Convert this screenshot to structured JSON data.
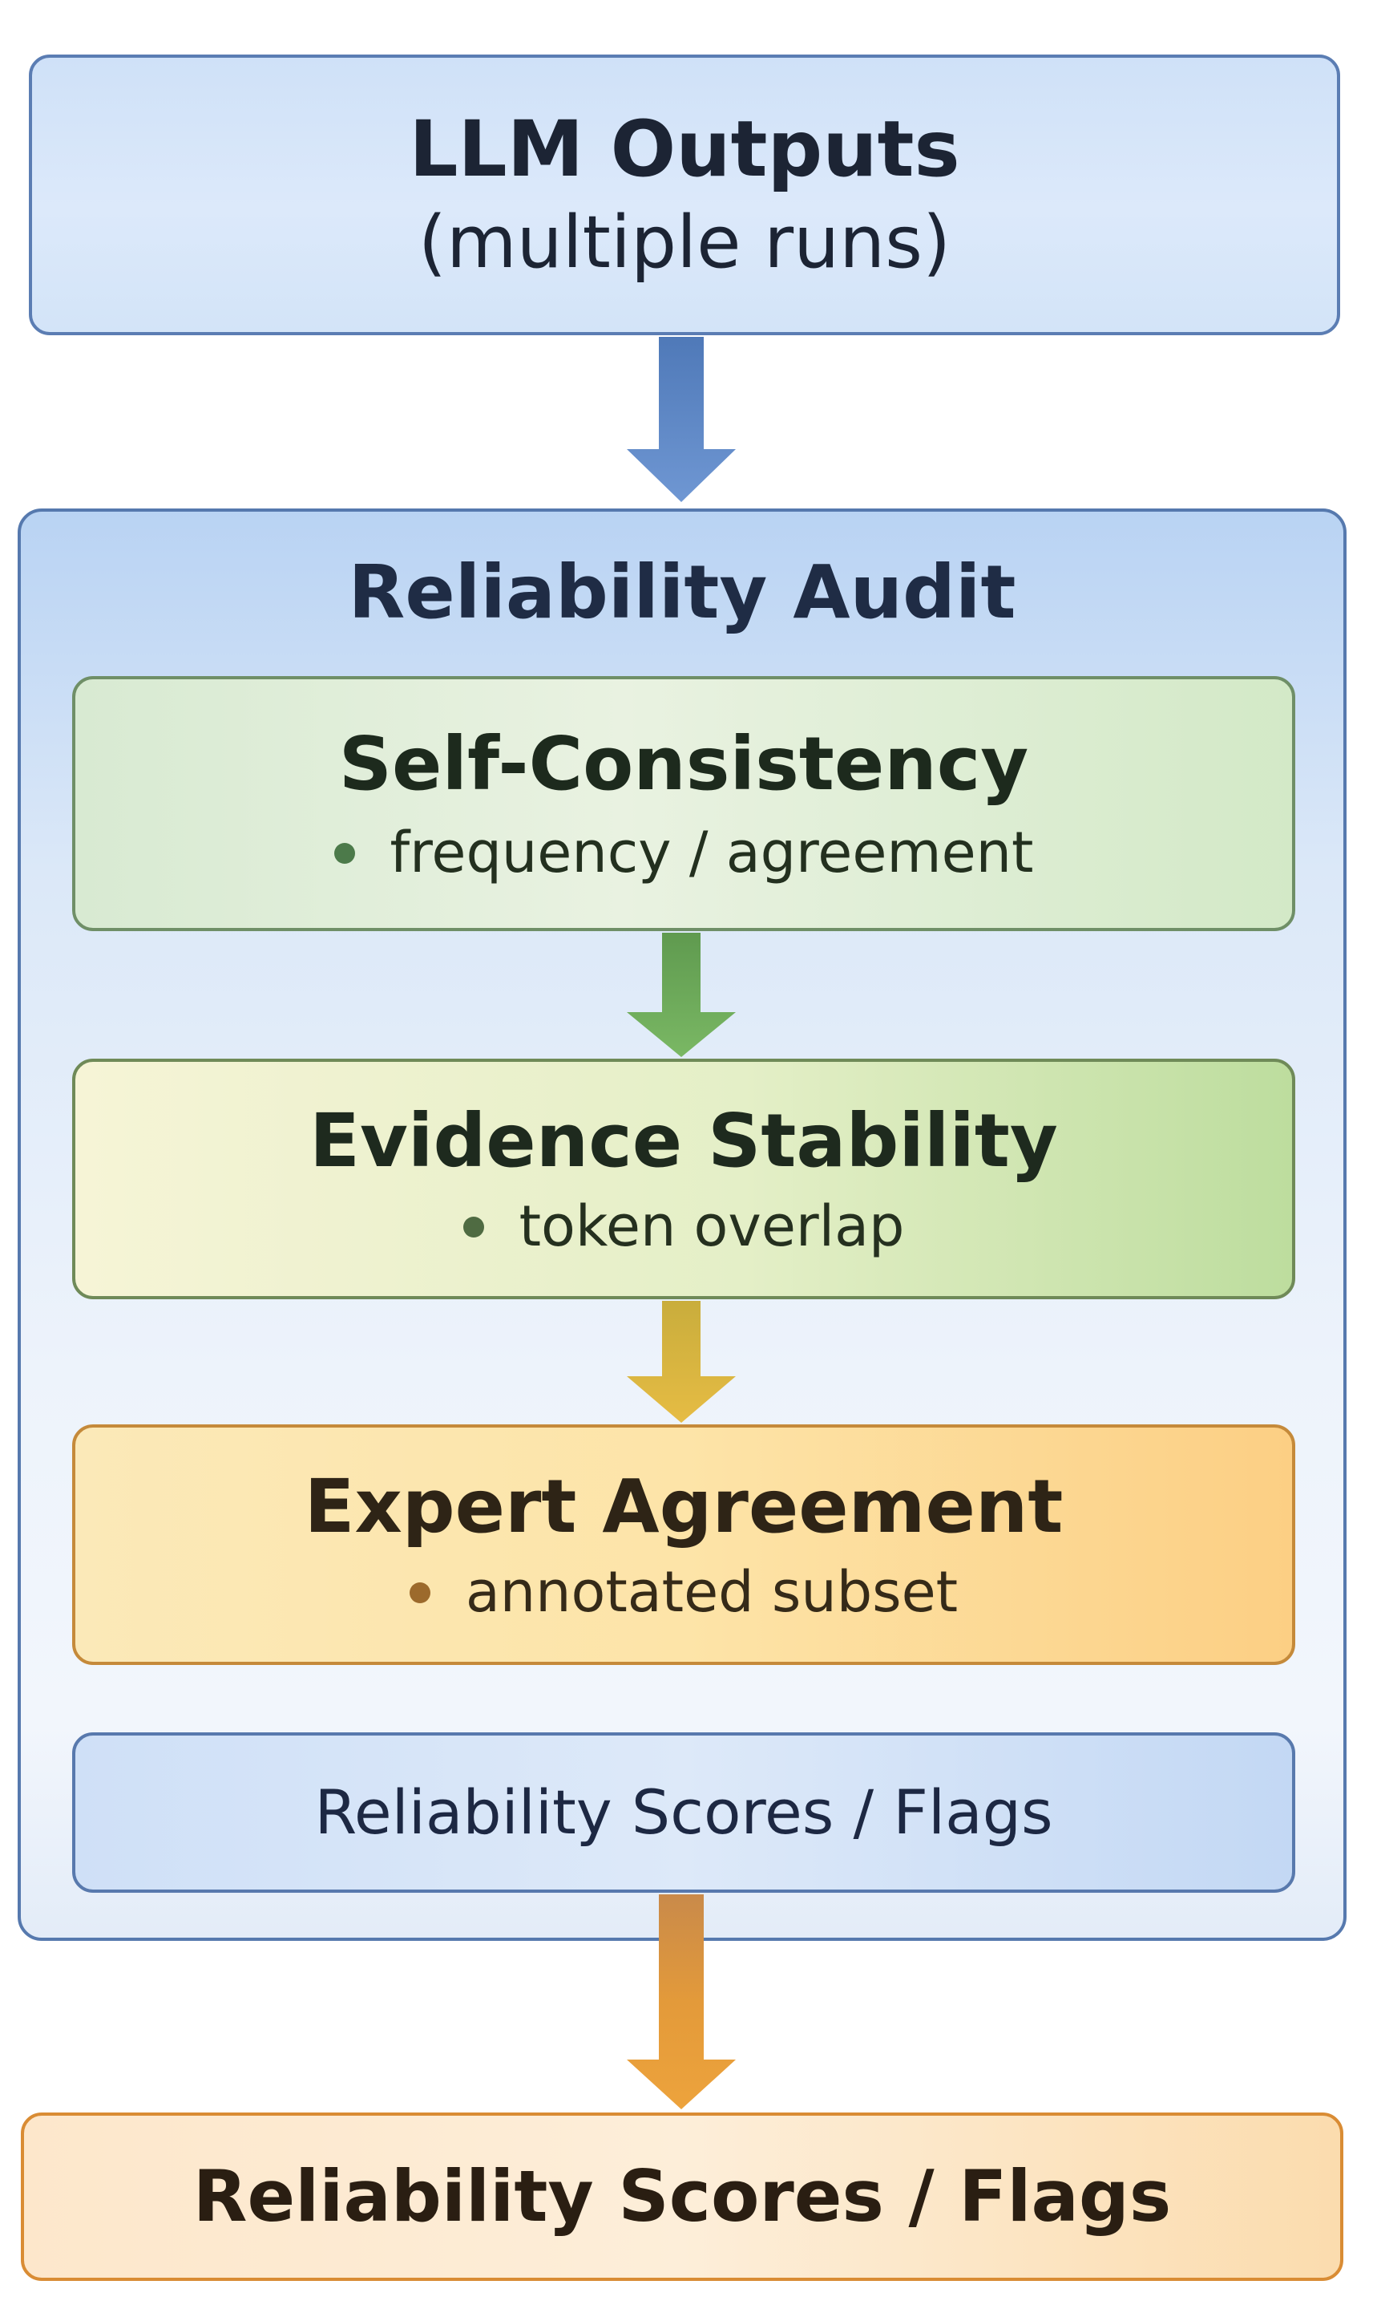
{
  "llm_outputs": {
    "title": "LLM Outputs",
    "subtitle": "(multiple runs)"
  },
  "audit": {
    "title": "Reliability Audit",
    "self_consistency": {
      "title": "Self-Consistency",
      "bullet": "frequency / agreement"
    },
    "evidence_stability": {
      "title": "Evidence Stability",
      "bullet": "token overlap"
    },
    "expert_agreement": {
      "title": "Expert Agreement",
      "bullet": "annotated subset"
    },
    "scores_inner": {
      "label": "Reliability Scores / Flags"
    }
  },
  "scores_final": {
    "label": "Reliability Scores / Flags"
  },
  "colors": {
    "arrow_blue": "#5b86c4",
    "arrow_green": "#6fac5a",
    "arrow_yellow": "#d9b43f",
    "arrow_orange": "#e59a35"
  }
}
